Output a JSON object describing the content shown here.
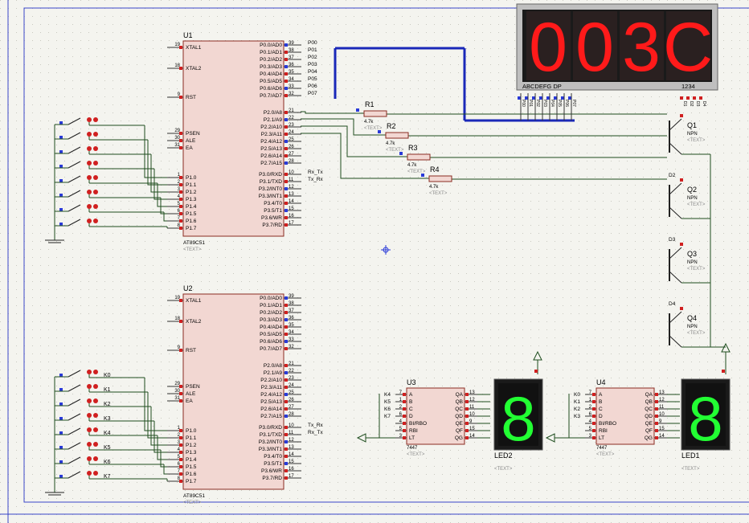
{
  "colors": {
    "background": "#f4f4ef",
    "grid_dot": "#c9c9c0",
    "chip_fill": "#f2d7d2",
    "chip_border": "#8a2b22",
    "wire": "#1e4d1e",
    "bus": "#1a28b8",
    "label": "#000000",
    "pin_blue": "#2a3ad8",
    "pin_red": "#d02020",
    "resistor": "#f2d7d2",
    "led_red": "#ff1a1a",
    "led_green": "#22ff33",
    "display_bg": "#1a1a1a",
    "text_placeholder": "#8a8a8a"
  },
  "u1": {
    "ref": "U1",
    "part": "AT89C51",
    "text": "<TEXT>",
    "left_pins": [
      {
        "num": "19",
        "name": "XTAL1"
      },
      {
        "num": "18",
        "name": "XTAL2"
      },
      {
        "num": "9",
        "name": "RST"
      },
      {
        "num": "29",
        "name": "PSEN"
      },
      {
        "num": "30",
        "name": "ALE"
      },
      {
        "num": "31",
        "name": "EA"
      },
      {
        "num": "1",
        "name": "P1.0"
      },
      {
        "num": "2",
        "name": "P1.1"
      },
      {
        "num": "3",
        "name": "P1.2"
      },
      {
        "num": "4",
        "name": "P1.3"
      },
      {
        "num": "5",
        "name": "P1.4"
      },
      {
        "num": "6",
        "name": "P1.5"
      },
      {
        "num": "7",
        "name": "P1.6"
      },
      {
        "num": "8",
        "name": "P1.7"
      }
    ],
    "right_pins": [
      {
        "num": "39",
        "name": "P0.0/AD0",
        "net": "P00"
      },
      {
        "num": "38",
        "name": "P0.1/AD1",
        "net": "P01"
      },
      {
        "num": "37",
        "name": "P0.2/AD2",
        "net": "P02"
      },
      {
        "num": "36",
        "name": "P0.3/AD3",
        "net": "P03"
      },
      {
        "num": "35",
        "name": "P0.4/AD4",
        "net": "P04"
      },
      {
        "num": "34",
        "name": "P0.5/AD5",
        "net": "P05"
      },
      {
        "num": "33",
        "name": "P0.6/AD6",
        "net": "P06"
      },
      {
        "num": "32",
        "name": "P0.7/AD7",
        "net": "P07"
      },
      {
        "num": "21",
        "name": "P2.0/A8",
        "net": ""
      },
      {
        "num": "22",
        "name": "P2.1/A9",
        "net": ""
      },
      {
        "num": "23",
        "name": "P2.2/A10",
        "net": ""
      },
      {
        "num": "24",
        "name": "P2.3/A11",
        "net": ""
      },
      {
        "num": "25",
        "name": "P2.4/A12",
        "net": ""
      },
      {
        "num": "26",
        "name": "P2.5/A13",
        "net": ""
      },
      {
        "num": "27",
        "name": "P2.6/A14",
        "net": ""
      },
      {
        "num": "28",
        "name": "P2.7/A15",
        "net": ""
      },
      {
        "num": "10",
        "name": "P3.0/RXD",
        "net": "Rx_Tx"
      },
      {
        "num": "11",
        "name": "P3.1/TXD",
        "net": "Tx_Rx"
      },
      {
        "num": "12",
        "name": "P3.2/INT0",
        "net": ""
      },
      {
        "num": "13",
        "name": "P3.3/INT1",
        "net": ""
      },
      {
        "num": "14",
        "name": "P3.4/T0",
        "net": ""
      },
      {
        "num": "15",
        "name": "P3.5/T1",
        "net": ""
      },
      {
        "num": "16",
        "name": "P3.6/WR",
        "net": ""
      },
      {
        "num": "17",
        "name": "P3.7/RD",
        "net": ""
      }
    ]
  },
  "u2": {
    "ref": "U2",
    "part": "AT89C51",
    "text": "<TEXT>",
    "left_pins": [
      {
        "num": "19",
        "name": "XTAL1"
      },
      {
        "num": "18",
        "name": "XTAL2"
      },
      {
        "num": "9",
        "name": "RST"
      },
      {
        "num": "29",
        "name": "PSEN"
      },
      {
        "num": "30",
        "name": "ALE"
      },
      {
        "num": "31",
        "name": "EA"
      },
      {
        "num": "1",
        "name": "P1.0"
      },
      {
        "num": "2",
        "name": "P1.1"
      },
      {
        "num": "3",
        "name": "P1.2"
      },
      {
        "num": "4",
        "name": "P1.3"
      },
      {
        "num": "5",
        "name": "P1.4"
      },
      {
        "num": "6",
        "name": "P1.5"
      },
      {
        "num": "7",
        "name": "P1.6"
      },
      {
        "num": "8",
        "name": "P1.7"
      }
    ],
    "right_pins": [
      {
        "num": "39",
        "name": "P0.0/AD0",
        "net": ""
      },
      {
        "num": "38",
        "name": "P0.1/AD1",
        "net": ""
      },
      {
        "num": "37",
        "name": "P0.2/AD2",
        "net": ""
      },
      {
        "num": "36",
        "name": "P0.3/AD3",
        "net": ""
      },
      {
        "num": "35",
        "name": "P0.4/AD4",
        "net": ""
      },
      {
        "num": "34",
        "name": "P0.5/AD5",
        "net": ""
      },
      {
        "num": "33",
        "name": "P0.6/AD6",
        "net": ""
      },
      {
        "num": "32",
        "name": "P0.7/AD7",
        "net": ""
      },
      {
        "num": "21",
        "name": "P2.0/A8",
        "net": ""
      },
      {
        "num": "22",
        "name": "P2.1/A9",
        "net": ""
      },
      {
        "num": "23",
        "name": "P2.2/A10",
        "net": ""
      },
      {
        "num": "24",
        "name": "P2.3/A11",
        "net": ""
      },
      {
        "num": "25",
        "name": "P2.4/A12",
        "net": ""
      },
      {
        "num": "26",
        "name": "P2.5/A13",
        "net": ""
      },
      {
        "num": "27",
        "name": "P2.6/A14",
        "net": ""
      },
      {
        "num": "28",
        "name": "P2.7/A15",
        "net": ""
      },
      {
        "num": "10",
        "name": "P3.0/RXD",
        "net": "Tx_Rx"
      },
      {
        "num": "11",
        "name": "P3.1/TXD",
        "net": "Rx_Tx"
      },
      {
        "num": "12",
        "name": "P3.2/INT0",
        "net": ""
      },
      {
        "num": "13",
        "name": "P3.3/INT1",
        "net": ""
      },
      {
        "num": "14",
        "name": "P3.4/T0",
        "net": ""
      },
      {
        "num": "15",
        "name": "P3.5/T1",
        "net": ""
      },
      {
        "num": "16",
        "name": "P3.6/WR",
        "net": ""
      },
      {
        "num": "17",
        "name": "P3.7/RD",
        "net": ""
      }
    ]
  },
  "u2_switch_labels": [
    "K0",
    "K1",
    "K2",
    "K3",
    "K4",
    "K5",
    "K6",
    "K7"
  ],
  "resistors": [
    {
      "ref": "R1",
      "value": "4.7k",
      "text": "<TEXT>"
    },
    {
      "ref": "R2",
      "value": "4.7k",
      "text": "<TEXT>"
    },
    {
      "ref": "R3",
      "value": "4.7k",
      "text": "<TEXT>"
    },
    {
      "ref": "R4",
      "value": "4.7k",
      "text": "<TEXT>"
    }
  ],
  "transistors": [
    {
      "ref": "Q1",
      "type": "NPN",
      "text": "<TEXT>",
      "net": ""
    },
    {
      "ref": "Q2",
      "type": "NPN",
      "text": "<TEXT>",
      "net": "D2"
    },
    {
      "ref": "Q3",
      "type": "NPN",
      "text": "<TEXT>",
      "net": "D3"
    },
    {
      "ref": "Q4",
      "type": "NPN",
      "text": "<TEXT>",
      "net": "D4"
    }
  ],
  "seven_seg_main": {
    "digits": [
      "0",
      "0",
      "3",
      "C"
    ],
    "seg_label": "ABCDEFG  DP",
    "digit_label": "1234",
    "pin_nets": [
      "P00",
      "P01",
      "P02",
      "P03",
      "P04",
      "P05",
      "P06",
      "P07"
    ],
    "digit_nets": [
      "D1",
      "D2",
      "D3",
      "D4"
    ]
  },
  "u3": {
    "ref": "U3",
    "part": "7447",
    "text": "<TEXT>",
    "left_pins": [
      {
        "num": "7",
        "name": "A",
        "net": "K4"
      },
      {
        "num": "1",
        "name": "B",
        "net": "K5"
      },
      {
        "num": "2",
        "name": "C",
        "net": "K6"
      },
      {
        "num": "6",
        "name": "D",
        "net": "K7"
      },
      {
        "num": "4",
        "name": "BI/RBO",
        "net": ""
      },
      {
        "num": "5",
        "name": "RBI",
        "net": ""
      },
      {
        "num": "3",
        "name": "LT",
        "net": ""
      }
    ],
    "right_pins": [
      {
        "num": "13",
        "name": "QA"
      },
      {
        "num": "12",
        "name": "QB"
      },
      {
        "num": "11",
        "name": "QC"
      },
      {
        "num": "10",
        "name": "QD"
      },
      {
        "num": "9",
        "name": "QE"
      },
      {
        "num": "15",
        "name": "QF"
      },
      {
        "num": "14",
        "name": "QG"
      }
    ]
  },
  "u4": {
    "ref": "U4",
    "part": "7447",
    "text": "<TEXT>",
    "left_pins": [
      {
        "num": "7",
        "name": "A",
        "net": "K0"
      },
      {
        "num": "1",
        "name": "B",
        "net": "K1"
      },
      {
        "num": "2",
        "name": "C",
        "net": "K2"
      },
      {
        "num": "6",
        "name": "D",
        "net": "K3"
      },
      {
        "num": "4",
        "name": "BI/RBO",
        "net": ""
      },
      {
        "num": "5",
        "name": "RBI",
        "net": ""
      },
      {
        "num": "3",
        "name": "LT",
        "net": ""
      }
    ],
    "right_pins": [
      {
        "num": "13",
        "name": "QA"
      },
      {
        "num": "12",
        "name": "QB"
      },
      {
        "num": "11",
        "name": "QC"
      },
      {
        "num": "10",
        "name": "QD"
      },
      {
        "num": "9",
        "name": "QE"
      },
      {
        "num": "15",
        "name": "QF"
      },
      {
        "num": "14",
        "name": "QG"
      }
    ]
  },
  "led2": {
    "ref": "LED2",
    "digit": "8",
    "text": "<TEXT>"
  },
  "led1": {
    "ref": "LED1",
    "digit": "8",
    "text": "<TEXT>"
  }
}
